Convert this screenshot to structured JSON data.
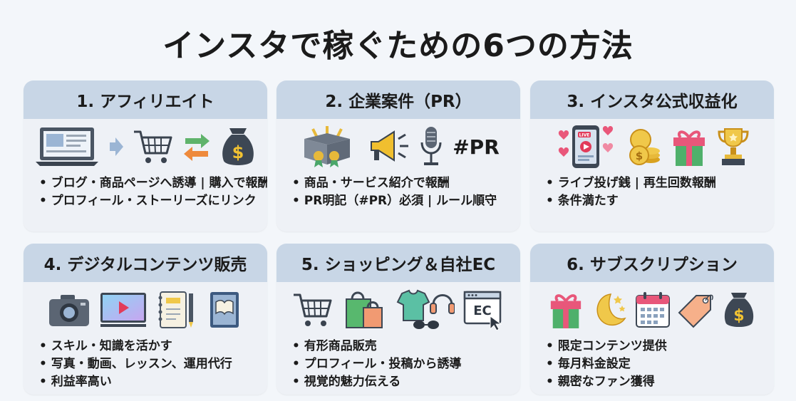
{
  "title": "インスタで稼ぐための6つの方法",
  "cards": [
    {
      "heading": "1. アフィリエイト",
      "icons": [
        "laptop-icon",
        "arrow-right-icon",
        "shopping-cart-icon",
        "exchange-arrows-icon",
        "money-bag-icon"
      ],
      "bullets": [
        "ブログ・商品ページへ誘導 | 購入で報酬",
        "プロフィール・ストーリーズにリンク"
      ]
    },
    {
      "heading": "2. 企業案件（PR）",
      "icons": [
        "gift-box-award-icon",
        "megaphone-icon",
        "microphone-icon"
      ],
      "tag": "#PR",
      "bullets": [
        "商品・サービス紹介で報酬",
        "PR明記（#PR）必須 | ルール順守"
      ]
    },
    {
      "heading": "3. インスタ公式収益化",
      "icons": [
        "phone-live-icon",
        "coins-icon",
        "gift-icon",
        "trophy-icon"
      ],
      "live_label": "LIVE",
      "bullets": [
        "ライブ投げ銭 | 再生回数報酬",
        "条件満たす"
      ]
    },
    {
      "heading": "4. デジタルコンテンツ販売",
      "icons": [
        "camera-icon",
        "video-player-icon",
        "notebook-pen-icon",
        "book-icon"
      ],
      "bullets": [
        "スキル・知識を活かす",
        "写真・動画、レッスン、運用代行",
        "利益率高い"
      ]
    },
    {
      "heading": "5. ショッピング＆自社EC",
      "icons": [
        "shopping-cart-icon",
        "shopping-bags-icon",
        "tshirt-headphones-icon",
        "ec-browser-icon"
      ],
      "ec_label": "EC",
      "bullets": [
        "有形商品販売",
        "プロフィール・投稿から誘導",
        "視覚的魅力伝える"
      ]
    },
    {
      "heading": "6. サブスクリプション",
      "icons": [
        "gift-icon",
        "moon-stars-icon",
        "calendar-icon",
        "price-tag-icon",
        "money-bag-icon"
      ],
      "bullets": [
        "限定コンテンツ提供",
        "毎月料金設定",
        "親密なファン獲得"
      ]
    }
  ]
}
